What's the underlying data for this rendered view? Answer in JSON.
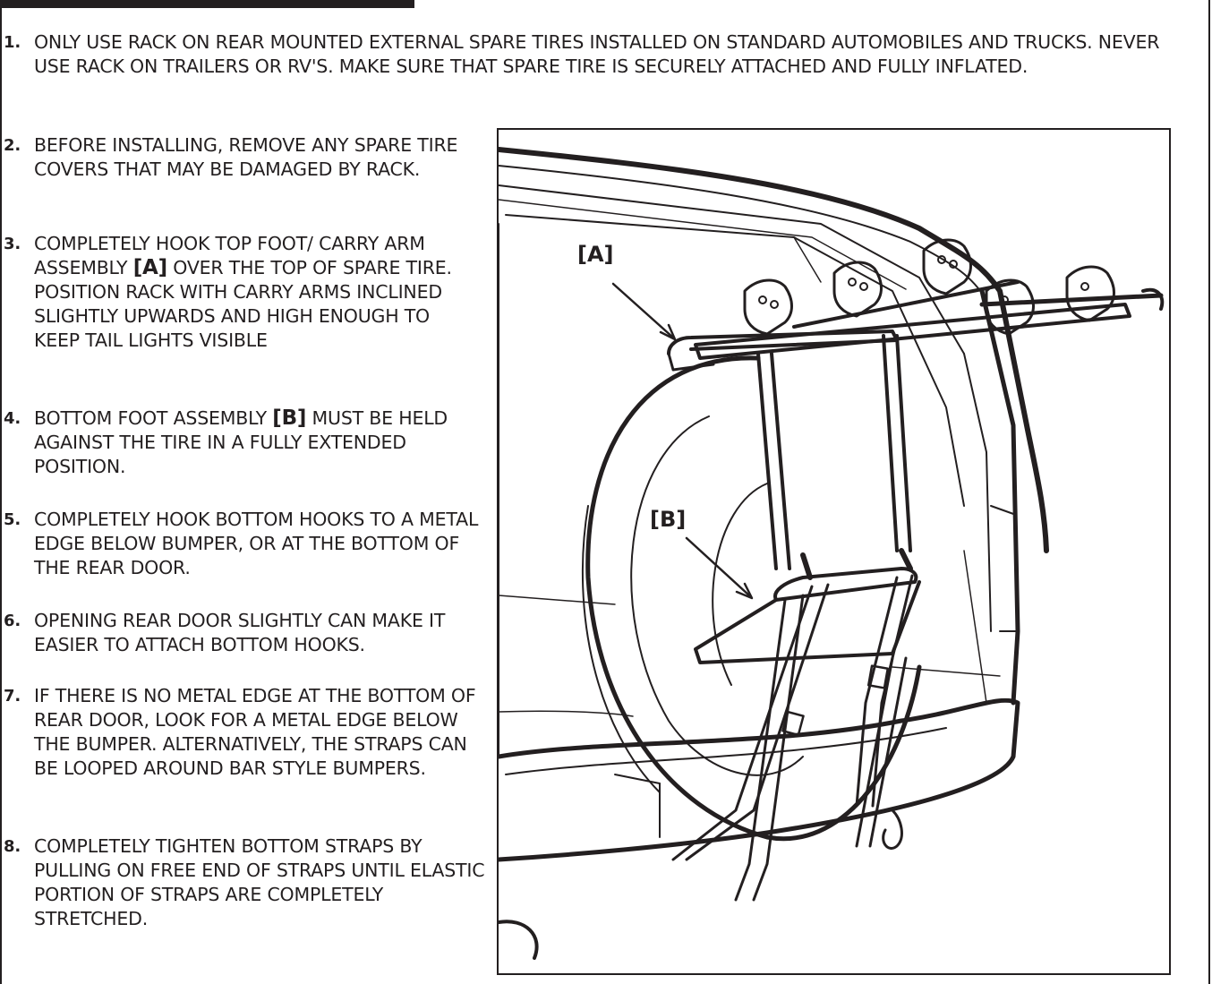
{
  "steps": [
    {
      "number": "1.",
      "text": "ONLY USE RACK ON REAR MOUNTED EXTERNAL SPARE TIRES INSTALLED ON STANDARD AUTOMOBILES AND TRUCKS. NEVER USE RACK ON TRAILERS OR RV'S. MAKE SURE THAT SPARE TIRE IS SECURELY ATTACHED AND FULLY INFLATED."
    },
    {
      "number": "2.",
      "text": "BEFORE INSTALLING, REMOVE ANY SPARE TIRE COVERS THAT MAY BE DAMAGED BY RACK."
    },
    {
      "number": "3.",
      "text_before": "COMPLETELY HOOK TOP FOOT/ CARRY ARM ASSEMBLY ",
      "ref": "[A]",
      "text_after": " OVER THE TOP OF SPARE TIRE. POSITION RACK WITH CARRY ARMS INCLINED SLIGHTLY UPWARDS AND HIGH ENOUGH TO KEEP TAIL LIGHTS VISIBLE"
    },
    {
      "number": "4.",
      "text_before": "BOTTOM FOOT ASSEMBLY ",
      "ref": "[B]",
      "text_after": " MUST BE HELD AGAINST THE TIRE IN A FULLY EXTENDED POSITION."
    },
    {
      "number": "5.",
      "text": "COMPLETELY HOOK BOTTOM HOOKS TO A METAL EDGE BELOW BUMPER, OR AT THE BOTTOM OF THE REAR DOOR."
    },
    {
      "number": "6.",
      "text": "OPENING REAR DOOR SLIGHTLY CAN MAKE IT EASIER TO ATTACH BOTTOM HOOKS."
    },
    {
      "number": "7.",
      "text": "IF THERE IS NO METAL EDGE AT THE BOTTOM OF REAR DOOR, LOOK FOR A METAL EDGE BELOW THE BUMPER. ALTERNATIVELY, THE STRAPS CAN BE LOOPED AROUND BAR STYLE BUMPERS."
    },
    {
      "number": "8.",
      "text": "COMPLETELY TIGHTEN BOTTOM STRAPS BY PULLING ON FREE END OF STRAPS UNTIL ELASTIC PORTION OF STRAPS ARE COMPLETELY STRETCHED."
    }
  ],
  "figure": {
    "callout_a": "[A]",
    "callout_b": "[B]"
  },
  "colors": {
    "ink": "#231f20",
    "paper": "#ffffff"
  }
}
